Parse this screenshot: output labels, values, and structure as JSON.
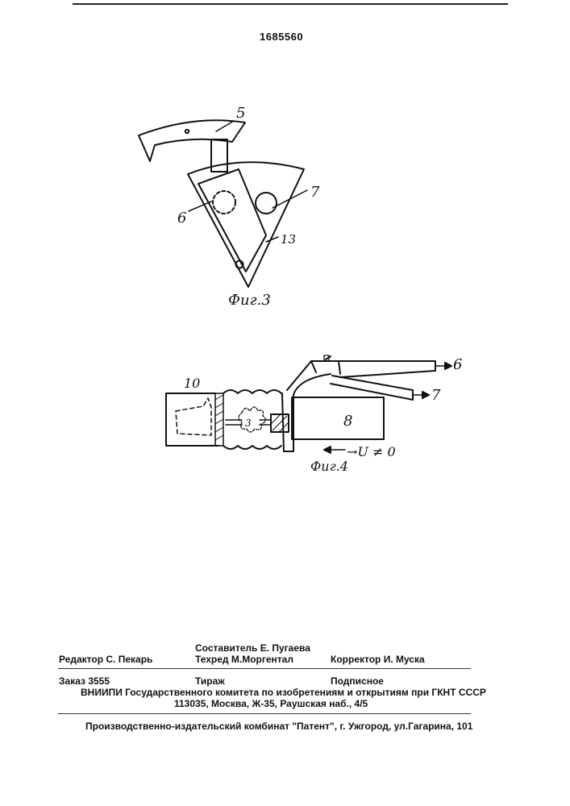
{
  "header": {
    "patent_number": "1685560"
  },
  "figure3": {
    "caption": "Фиг.3",
    "labels": {
      "l5": "5",
      "l6": "6",
      "l7": "7",
      "l13": "13"
    }
  },
  "figure4": {
    "caption": "Фиг.4",
    "labels": {
      "l10": "10",
      "l8": "8",
      "l6": "6",
      "l7": "7",
      "l3": "3"
    },
    "formula": "→U ≠ 0"
  },
  "imprint": {
    "editor": "Редактор  С. Пекарь",
    "compiler": "Составитель  Е. Пугаева",
    "techred": "Техред М.Моргентал",
    "corrector": "Корректор  И. Муска",
    "order": "Заказ   3555",
    "circulation": "Тираж",
    "subscription": "Подписное",
    "org_line1": "ВНИИПИ Государственного комитета по изобретениям и открытиям при ГКНТ СССР",
    "org_line2": "113035, Москва, Ж-35, Раушская наб., 4/5",
    "publisher": "Производственно-издательский комбинат \"Патент\", г. Ужгород, ул.Гагарина, 101"
  }
}
